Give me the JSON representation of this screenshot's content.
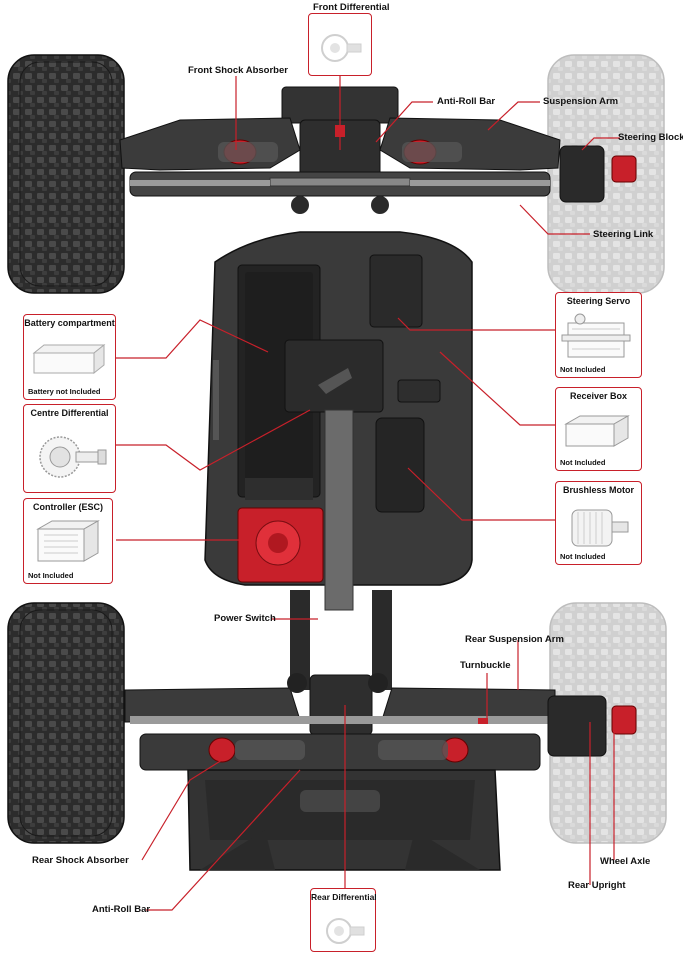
{
  "callouts": {
    "front_differential": "Front Differential",
    "front_shock_absorber": "Front Shock Absorber",
    "anti_roll_bar_front": "Anti-Roll Bar",
    "suspension_arm": "Suspension Arm",
    "steering_block": "Steering Block",
    "steering_link": "Steering Link",
    "power_switch": "Power Switch",
    "rear_suspension_arm": "Rear Suspension Arm",
    "turnbuckle": "Turnbuckle",
    "rear_shock_absorber": "Rear Shock Absorber",
    "anti_roll_bar_rear": "Anti-Roll Bar",
    "rear_differential": "Rear Differential",
    "wheel_axle": "Wheel Axle",
    "rear_upright": "Rear Upright"
  },
  "boxes": {
    "battery": {
      "title": "Battery compartment",
      "note": "Battery not Included"
    },
    "centre_diff": {
      "title": "Centre Differential"
    },
    "esc": {
      "title": "Controller (ESC)",
      "note": "Not Included"
    },
    "servo": {
      "title": "Steering Servo",
      "note": "Not Included"
    },
    "receiver": {
      "title": "Receiver Box",
      "note": "Not Included"
    },
    "motor": {
      "title": "Brushless Motor",
      "note": "Not Included"
    }
  },
  "colors": {
    "accent": "#c8202a",
    "chassis": "#3a3a3a",
    "chassis_dark": "#222222",
    "ghost_wheel": "#d4d4d4"
  }
}
